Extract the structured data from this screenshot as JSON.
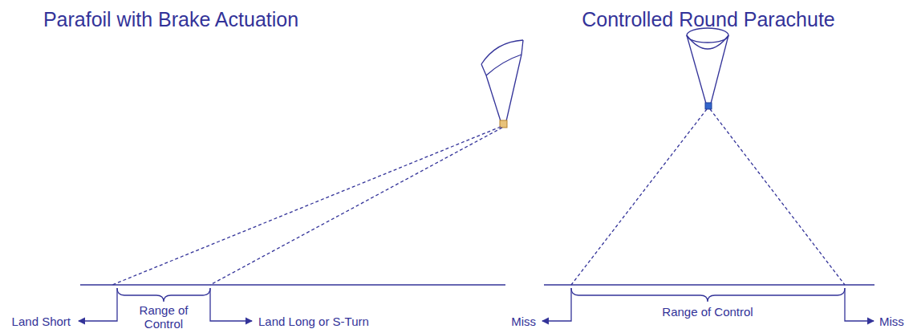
{
  "diagram": {
    "labels": [
      "Parafoil with Brake Actuation",
      "Controlled Round Parachute",
      "Land Short",
      "Range of Control",
      "Land Long or S-Turn",
      "Miss",
      "Range of Control",
      "Miss"
    ]
  }
}
